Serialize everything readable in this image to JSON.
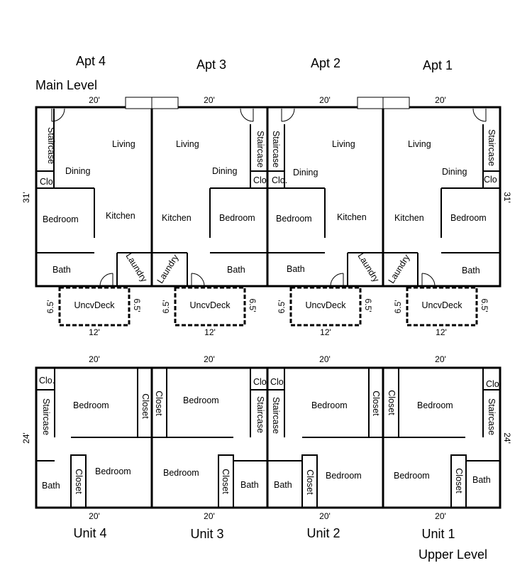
{
  "main_level": {
    "level_label": "Main Level",
    "apartments": [
      {
        "title": "Apt 4",
        "width": "20'",
        "rooms": {
          "staircase": "Staircase",
          "closet": "Clo.",
          "living": "Living",
          "dining": "Dining",
          "bedroom": "Bedroom",
          "kitchen": "Kitchen",
          "bath": "Bath",
          "laundry": "Laundry"
        },
        "deck": {
          "label": "UncvDeck",
          "left_dim": "6.5'",
          "right_dim": "6.5'",
          "bottom_dim": "12'"
        }
      },
      {
        "title": "Apt 3",
        "width": "20'",
        "rooms": {
          "staircase": "Staircase",
          "closet": "Clo.",
          "living": "Living",
          "dining": "Dining",
          "bedroom": "Bedroom",
          "kitchen": "Kitchen",
          "bath": "Bath",
          "laundry": "Laundry"
        },
        "deck": {
          "label": "UncvDeck",
          "left_dim": "6.5'",
          "right_dim": "6.5'",
          "bottom_dim": "12'"
        }
      },
      {
        "title": "Apt 2",
        "width": "20'",
        "rooms": {
          "staircase": "Staircase",
          "closet": "Clo.",
          "living": "Living",
          "dining": "Dining",
          "bedroom": "Bedroom",
          "kitchen": "Kitchen",
          "bath": "Bath",
          "laundry": "Laundry"
        },
        "deck": {
          "label": "UncvDeck",
          "left_dim": "6.5'",
          "right_dim": "6.5'",
          "bottom_dim": "12'"
        }
      },
      {
        "title": "Apt 1",
        "width": "20'",
        "rooms": {
          "staircase": "Staircase",
          "closet": "Clo",
          "living": "Living",
          "dining": "Dining",
          "bedroom": "Bedroom",
          "kitchen": "Kitchen",
          "bath": "Bath",
          "laundry": "Laundry"
        },
        "deck": {
          "label": "UncvDeck",
          "left_dim": "6.5'",
          "right_dim": "6.5'",
          "bottom_dim": "12'"
        }
      }
    ],
    "depth_left": "31'",
    "depth_right": "31'"
  },
  "upper_level": {
    "level_label": "Upper Level",
    "units": [
      {
        "title": "Unit 4",
        "top_width": "20'",
        "bottom_width": "20'",
        "rooms": {
          "closet_small": "Clo.",
          "staircase": "Staircase",
          "bedroom_a": "Bedroom",
          "closet_a": "Closet",
          "bedroom_b": "Bedroom",
          "closet_b": "Closet",
          "bath": "Bath"
        }
      },
      {
        "title": "Unit 3",
        "top_width": "20'",
        "bottom_width": "20'",
        "rooms": {
          "closet_small": "Clo.",
          "staircase": "Staircase",
          "bedroom_a": "Bedroom",
          "closet_a": "Closet",
          "bedroom_b": "Bedroom",
          "closet_b": "Closet",
          "bath": "Bath"
        }
      },
      {
        "title": "Unit 2",
        "top_width": "20'",
        "bottom_width": "20'",
        "rooms": {
          "closet_small": "Clo.",
          "staircase": "Staircase",
          "bedroom_a": "Bedroom",
          "closet_a": "Closet",
          "bedroom_b": "Bedroom",
          "closet_b": "Closet",
          "bath": "Bath"
        }
      },
      {
        "title": "Unit 1",
        "top_width": "20'",
        "bottom_width": "20'",
        "rooms": {
          "closet_small": "Clo.",
          "staircase": "Staircase",
          "bedroom_a": "Bedroom",
          "closet_a": "Closet",
          "bedroom_b": "Bedroom",
          "closet_b": "Closet",
          "bath": "Bath"
        }
      }
    ],
    "depth_left": "24'",
    "depth_right": "24'"
  }
}
